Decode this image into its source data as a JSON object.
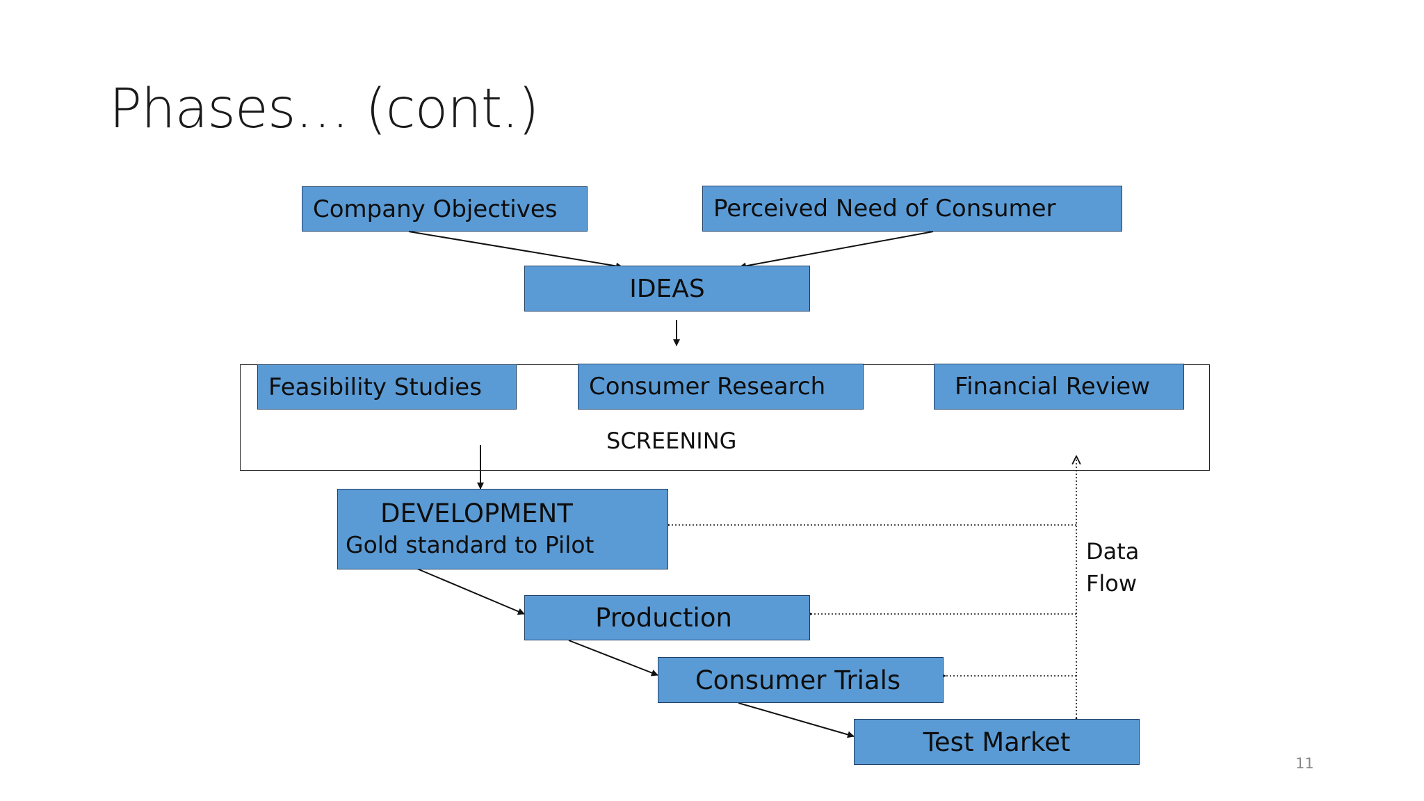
{
  "slide": {
    "title": "Phases… (cont.)",
    "page_number": "11"
  },
  "diagram": {
    "sources": [
      "Company Objectives",
      "Perceived Need of Consumer"
    ],
    "ideas": "IDEAS",
    "screening": {
      "label": "SCREENING",
      "items": [
        "Feasibility Studies",
        "Consumer Research",
        "Financial Review"
      ]
    },
    "development": {
      "title": "DEVELOPMENT",
      "subtitle": "Gold standard to Pilot"
    },
    "stages": [
      "Production",
      "Consumer Trials",
      "Test Market"
    ],
    "feedback": {
      "label_line1": "Data",
      "label_line2": "Flow"
    },
    "colors": {
      "box_fill": "#5b9bd5",
      "box_border": "#1f3f66",
      "line": "#111111"
    }
  }
}
